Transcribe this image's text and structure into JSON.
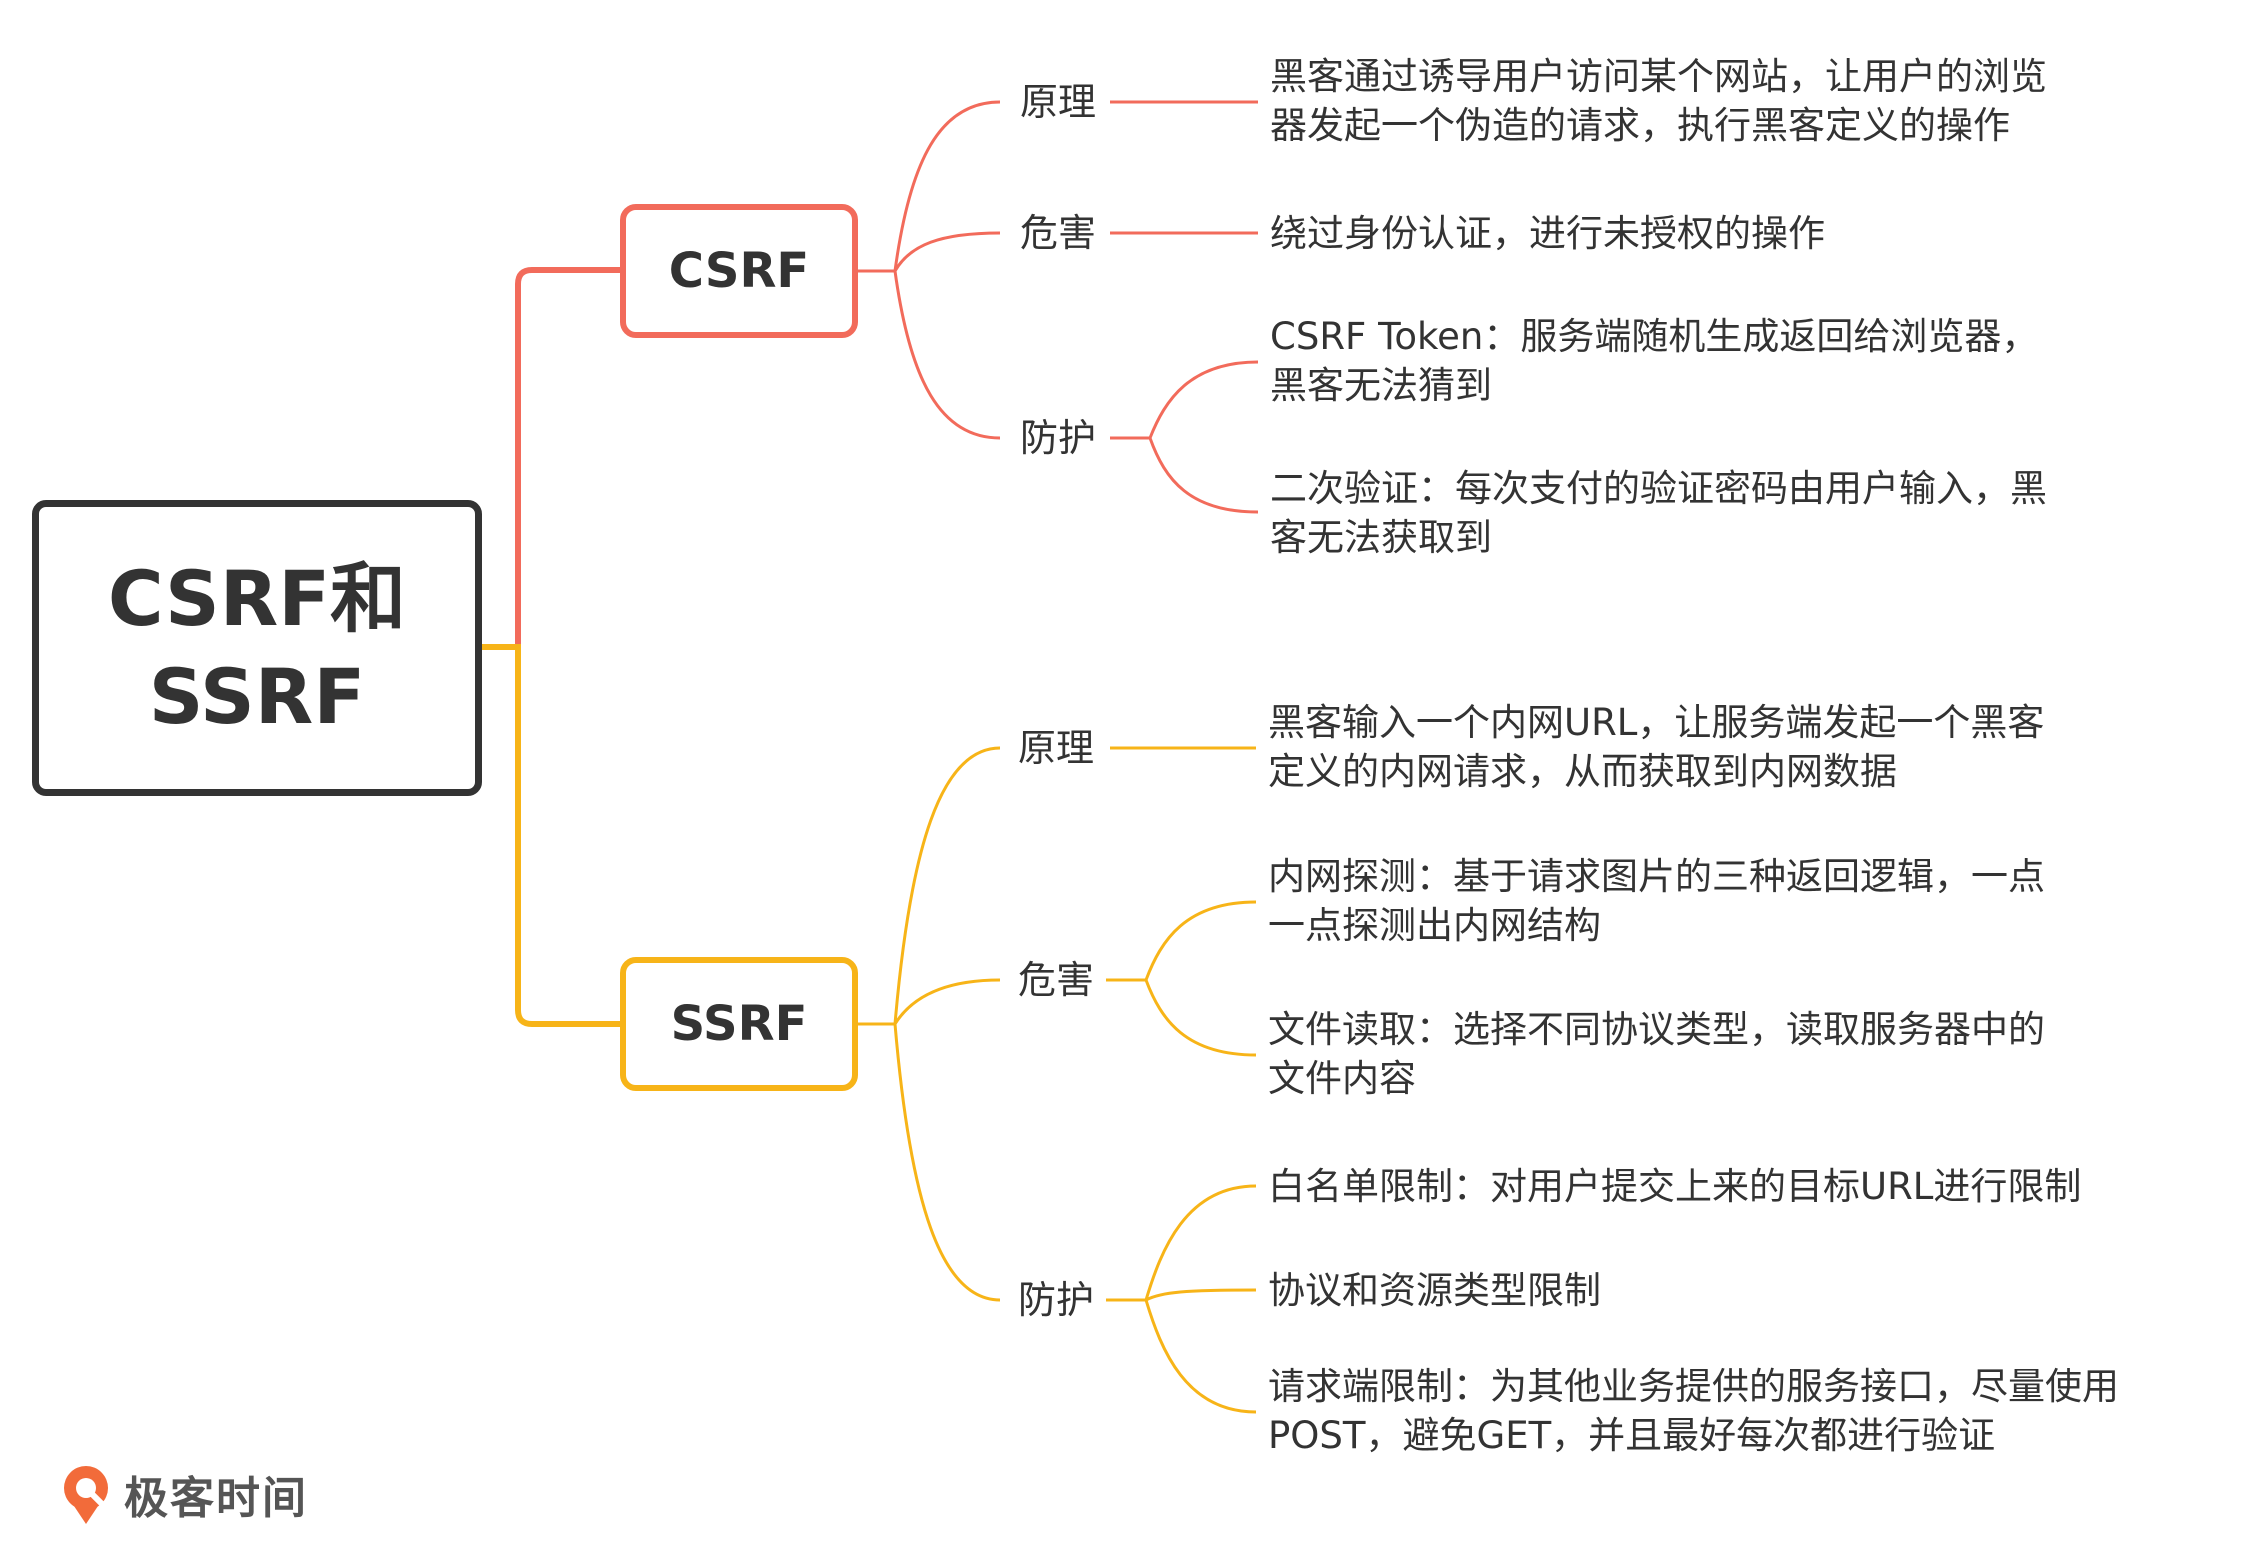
{
  "colors": {
    "csrf": "#f26b5b",
    "ssrf": "#f7b418",
    "root": "#333333",
    "logo": "#f26b3a"
  },
  "root": {
    "line1": "CSRF和",
    "line2": "SSRF"
  },
  "csrf": {
    "label": "CSRF",
    "principle": {
      "label": "原理",
      "line1": "黑客通过诱导用户访问某个网站，让用户的浏览",
      "line2": "器发起一个伪造的请求，执行黑客定义的操作"
    },
    "harm": {
      "label": "危害",
      "line1": "绕过身份认证，进行未授权的操作"
    },
    "defense": {
      "label": "防护",
      "item1": {
        "line1": "CSRF Token：服务端随机生成返回给浏览器，",
        "line2": "黑客无法猜到"
      },
      "item2": {
        "line1": "二次验证：每次支付的验证密码由用户输入，黑",
        "line2": "客无法获取到"
      }
    }
  },
  "ssrf": {
    "label": "SSRF",
    "principle": {
      "label": "原理",
      "line1": "黑客输入一个内网URL，让服务端发起一个黑客",
      "line2": "定义的内网请求，从而获取到内网数据"
    },
    "harm": {
      "label": "危害",
      "item1": {
        "line1": "内网探测：基于请求图片的三种返回逻辑，一点",
        "line2": "一点探测出内网结构"
      },
      "item2": {
        "line1": "文件读取：选择不同协议类型，读取服务器中的",
        "line2": "文件内容"
      }
    },
    "defense": {
      "label": "防护",
      "item1": {
        "line1": "白名单限制：对用户提交上来的目标URL进行限制"
      },
      "item2": {
        "line1": "协议和资源类型限制"
      },
      "item3": {
        "line1": "请求端限制：为其他业务提供的服务接口，尽量使用",
        "line2": "POST，避免GET，并且最好每次都进行验证"
      }
    }
  },
  "logo": {
    "icon": "geektime-logo-icon",
    "text": "极客时间"
  }
}
